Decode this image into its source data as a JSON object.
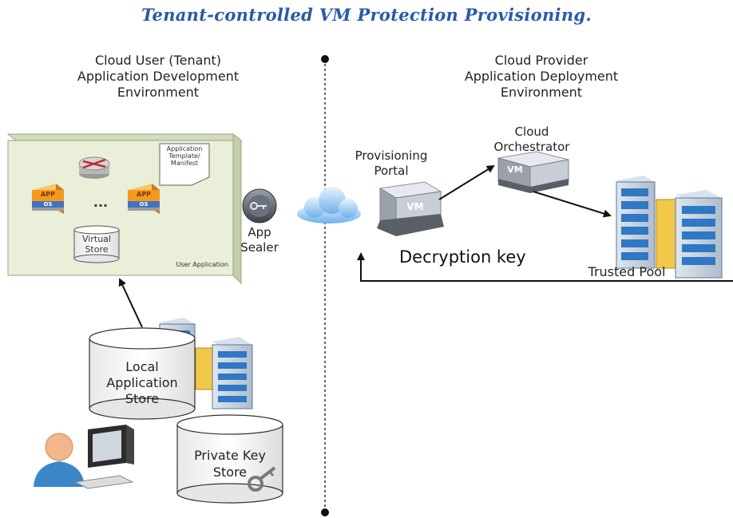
{
  "title": "Tenant-controlled VM Protection Provisioning.",
  "left_env": {
    "line1": "Cloud User (Tenant)",
    "line2": "Application Development",
    "line3": "Environment"
  },
  "right_env": {
    "line1": "Cloud Provider",
    "line2": "Application Deployment",
    "line3": "Environment"
  },
  "user_app": {
    "caption": "User Application",
    "template_line1": "Application",
    "template_line2": "Template/",
    "template_line3": "Manifest",
    "ellipsis": "...",
    "virtual_store_line1": "Virtual",
    "virtual_store_line2": "Store",
    "app_text": "APP",
    "os_text": "OS"
  },
  "app_sealer": {
    "line1": "App",
    "line2": "Sealer"
  },
  "provisioning_portal": {
    "line1": "Provisioning",
    "line2": "Portal",
    "vm": "VM"
  },
  "cloud_orchestrator": {
    "line1": "Cloud",
    "line2": "Orchestrator",
    "vm": "VM"
  },
  "decryption_key": "Decryption key",
  "trusted_pool": "Trusted Pool",
  "local_store": {
    "line1": "Local",
    "line2": "Application",
    "line3": "Store"
  },
  "private_key_store": {
    "line1": "Private Key",
    "line2": "Store"
  },
  "colors": {
    "title": "#2a5aa8",
    "panel": "#e9efd9",
    "orange": "#f39a1e",
    "blue_server": "#2f78c4"
  }
}
